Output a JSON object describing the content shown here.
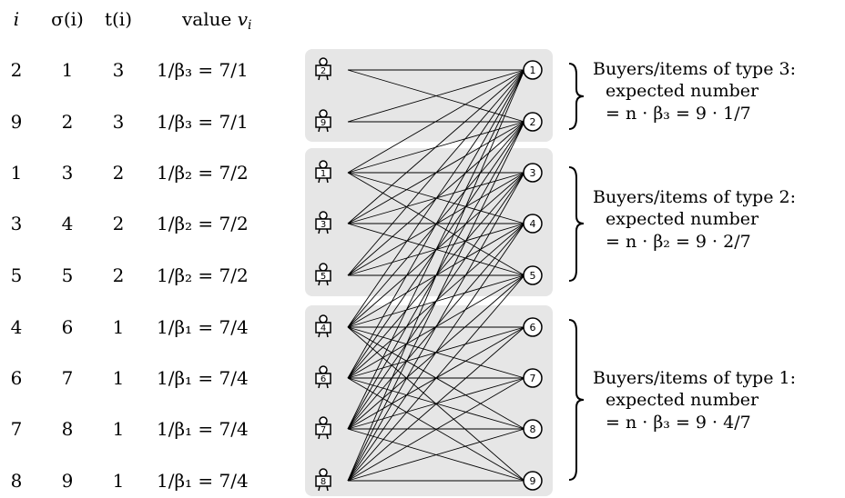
{
  "table": {
    "headers": {
      "i": "i",
      "sigma": "σ(i)",
      "t": "t(i)",
      "value": "value v_i"
    },
    "rows": [
      {
        "i": "2",
        "sigma": "1",
        "t": "3",
        "value": "1/β₃ = 7/1"
      },
      {
        "i": "9",
        "sigma": "2",
        "t": "3",
        "value": "1/β₃ = 7/1"
      },
      {
        "i": "1",
        "sigma": "3",
        "t": "2",
        "value": "1/β₂ = 7/2"
      },
      {
        "i": "3",
        "sigma": "4",
        "t": "2",
        "value": "1/β₂ = 7/2"
      },
      {
        "i": "5",
        "sigma": "5",
        "t": "2",
        "value": "1/β₂ = 7/2"
      },
      {
        "i": "4",
        "sigma": "6",
        "t": "1",
        "value": "1/β₁ = 7/4"
      },
      {
        "i": "6",
        "sigma": "7",
        "t": "1",
        "value": "1/β₁ = 7/4"
      },
      {
        "i": "7",
        "sigma": "8",
        "t": "1",
        "value": "1/β₁ = 7/4"
      },
      {
        "i": "8",
        "sigma": "9",
        "t": "1",
        "value": "1/β₁ = 7/4"
      }
    ]
  },
  "buyers": [
    "2",
    "9",
    "1",
    "3",
    "5",
    "4",
    "6",
    "7",
    "8"
  ],
  "items": [
    "1",
    "2",
    "3",
    "4",
    "5",
    "6",
    "7",
    "8",
    "9"
  ],
  "groups": [
    {
      "type": 3,
      "rows": [
        0,
        1
      ]
    },
    {
      "type": 2,
      "rows": [
        2,
        3,
        4
      ]
    },
    {
      "type": 1,
      "rows": [
        5,
        6,
        7,
        8
      ]
    }
  ],
  "annotations": [
    {
      "line1": "Buyers/items of type 3:",
      "line2": "expected number",
      "line3": "= n · β₃ = 9 · 1/7"
    },
    {
      "line1": "Buyers/items of type 2:",
      "line2": "expected number",
      "line3": "= n · β₂ = 9 · 2/7"
    },
    {
      "line1": "Buyers/items of type 1:",
      "line2": "expected number",
      "line3": "= n · β₃ = 9 · 4/7"
    }
  ],
  "colors": {
    "group_box": "#e6e6e6",
    "line": "#000000",
    "background": "#ffffff"
  }
}
